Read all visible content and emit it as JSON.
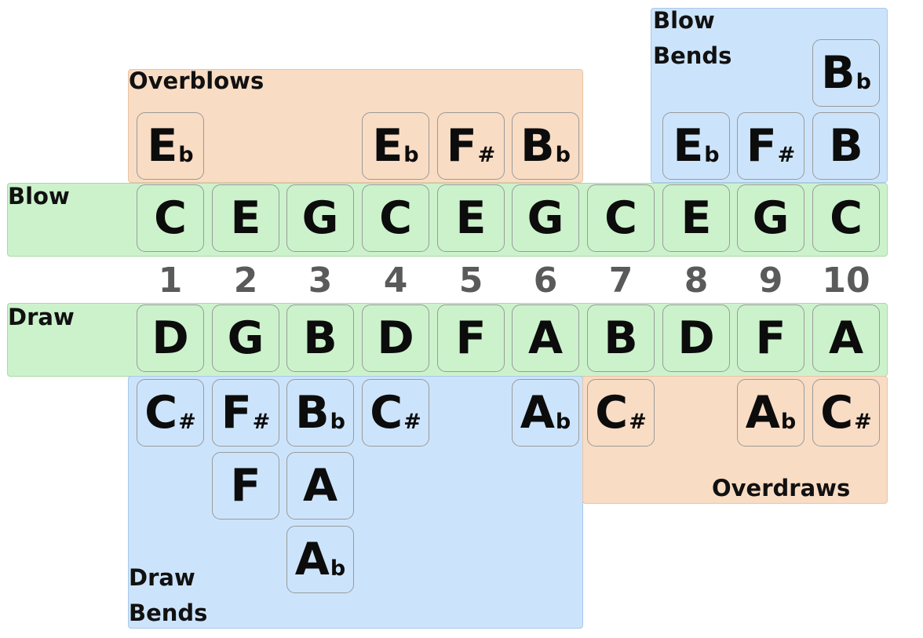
{
  "labels": {
    "overblows": "Overblows",
    "blow_bends": [
      "Blow",
      "Bends"
    ],
    "blow": "Blow",
    "draw": "Draw",
    "overdraws": "Overdraws",
    "draw_bends": [
      "Draw",
      "Bends"
    ]
  },
  "holes": [
    "1",
    "2",
    "3",
    "4",
    "5",
    "6",
    "7",
    "8",
    "9",
    "10"
  ],
  "rows": {
    "blow_bends_top": [
      null,
      null,
      null,
      null,
      null,
      null,
      null,
      null,
      null,
      [
        "B",
        "b"
      ]
    ],
    "overblows": [
      [
        "E",
        "b"
      ],
      null,
      null,
      [
        "E",
        "b"
      ],
      [
        "F",
        "#"
      ],
      [
        "B",
        "b"
      ],
      null,
      null,
      null,
      null
    ],
    "blow_bends": [
      null,
      null,
      null,
      null,
      null,
      null,
      null,
      [
        "E",
        "b"
      ],
      [
        "F",
        "#"
      ],
      [
        "B",
        ""
      ]
    ],
    "blow": [
      [
        "C",
        ""
      ],
      [
        "E",
        ""
      ],
      [
        "G",
        ""
      ],
      [
        "C",
        ""
      ],
      [
        "E",
        ""
      ],
      [
        "G",
        ""
      ],
      [
        "C",
        ""
      ],
      [
        "E",
        ""
      ],
      [
        "G",
        ""
      ],
      [
        "C",
        ""
      ]
    ],
    "draw": [
      [
        "D",
        ""
      ],
      [
        "G",
        ""
      ],
      [
        "B",
        ""
      ],
      [
        "D",
        ""
      ],
      [
        "F",
        ""
      ],
      [
        "A",
        ""
      ],
      [
        "B",
        ""
      ],
      [
        "D",
        ""
      ],
      [
        "F",
        ""
      ],
      [
        "A",
        ""
      ]
    ],
    "draw_bends_1": [
      [
        "C",
        "#"
      ],
      [
        "F",
        "#"
      ],
      [
        "B",
        "b"
      ],
      [
        "C",
        "#"
      ],
      null,
      [
        "A",
        "b"
      ],
      null,
      null,
      null,
      null
    ],
    "overdraws": [
      null,
      null,
      null,
      null,
      null,
      null,
      [
        "C",
        "#"
      ],
      null,
      [
        "A",
        "b"
      ],
      [
        "C",
        "#"
      ]
    ],
    "draw_bends_2": [
      null,
      [
        "F",
        ""
      ],
      [
        "A",
        ""
      ],
      null,
      null,
      null,
      null,
      null,
      null,
      null
    ],
    "draw_bends_3": [
      null,
      null,
      [
        "A",
        "b"
      ],
      null,
      null,
      null,
      null,
      null,
      null,
      null
    ]
  },
  "colors": {
    "overblow_overdraw": "#f9dcc4",
    "bend": "#cce4fb",
    "natural": "#ccf2cc"
  }
}
